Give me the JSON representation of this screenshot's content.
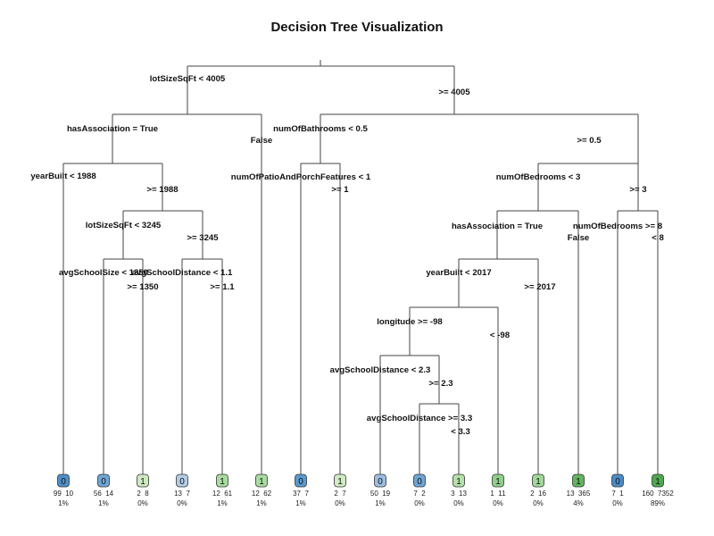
{
  "title": "Decision Tree Visualization",
  "labels": [
    "lotSizeSqFt < 4005",
    ">= 4005",
    "hasAssociation = True",
    "False",
    "yearBuilt < 1988",
    ">= 1988",
    "lotSizeSqFt < 3245",
    ">= 3245",
    "avgSchoolSize < 1350",
    ">= 1350",
    "avgSchoolDistance < 1.1",
    ">= 1.1",
    "numOfPatioAndPorchFeatures < 1",
    ">= 1",
    "numOfBathrooms < 0.5",
    ">= 0.5",
    "numOfBedrooms < 3",
    ">= 3",
    "hasAssociation = True",
    "False",
    "numOfBedrooms >= 8",
    "< 8",
    "yearBuilt < 2017",
    ">= 2017",
    "longitude >= -98",
    "< -98",
    "avgSchoolDistance < 2.3",
    ">= 2.3",
    "avgSchoolDistance >= 3.3",
    "< 3.3"
  ],
  "leaves": [
    {
      "cls": "0",
      "counts": "99  10",
      "pct": "1%",
      "color": "#4f8fc7"
    },
    {
      "cls": "0",
      "counts": "56  14",
      "pct": "1%",
      "color": "#6fa6d6"
    },
    {
      "cls": "1",
      "counts": "2  8",
      "pct": "0%",
      "color": "#cfe9c2"
    },
    {
      "cls": "0",
      "counts": "13  7",
      "pct": "0%",
      "color": "#b3cde6"
    },
    {
      "cls": "1",
      "counts": "12  61",
      "pct": "1%",
      "color": "#a9dca0"
    },
    {
      "cls": "1",
      "counts": "12  62",
      "pct": "1%",
      "color": "#a9dca0"
    },
    {
      "cls": "0",
      "counts": "37  7",
      "pct": "1%",
      "color": "#5b9ad0"
    },
    {
      "cls": "1",
      "counts": "2  7",
      "pct": "0%",
      "color": "#d1ebc5"
    },
    {
      "cls": "0",
      "counts": "50  19",
      "pct": "1%",
      "color": "#9bbde0"
    },
    {
      "cls": "0",
      "counts": "7  2",
      "pct": "0%",
      "color": "#6fa6d6"
    },
    {
      "cls": "1",
      "counts": "3  13",
      "pct": "0%",
      "color": "#b4e0aa"
    },
    {
      "cls": "1",
      "counts": "1  11",
      "pct": "0%",
      "color": "#8fd089"
    },
    {
      "cls": "1",
      "counts": "2  16",
      "pct": "0%",
      "color": "#a1d899"
    },
    {
      "cls": "1",
      "counts": "13  365",
      "pct": "4%",
      "color": "#62b560"
    },
    {
      "cls": "0",
      "counts": "7  1",
      "pct": "0%",
      "color": "#4a8cc5"
    },
    {
      "cls": "1",
      "counts": "160  7352",
      "pct": "89%",
      "color": "#4fa84f"
    }
  ]
}
